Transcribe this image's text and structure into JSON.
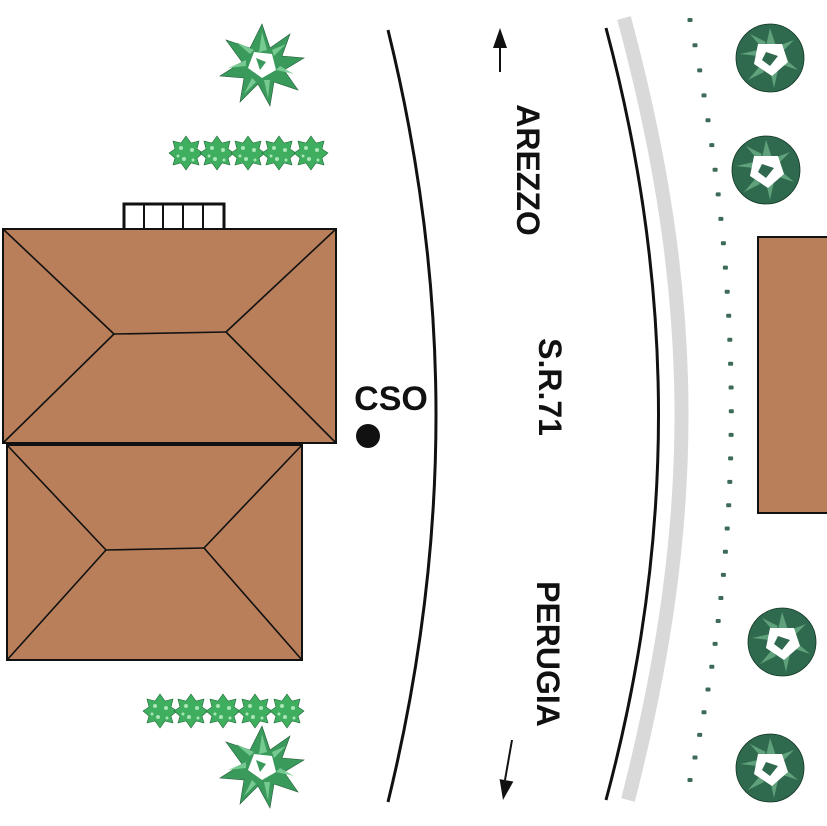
{
  "labels": {
    "north_direction": "AREZZO",
    "road_name": "S.R.71",
    "south_direction": "PERUGIA",
    "station": "CSO"
  },
  "colors": {
    "roof": "#b87f5a",
    "road_line": "#111111",
    "sidewalk": "#d9d9d9",
    "tree_light": "#3a9a5c",
    "tree_dark": "#2f6a4e",
    "post": "#3d6b57"
  },
  "icons": {
    "arrow": "arrow-icon",
    "tree": "tree-icon",
    "hedge": "hedge-icon",
    "station_marker": "station-dot-icon"
  }
}
